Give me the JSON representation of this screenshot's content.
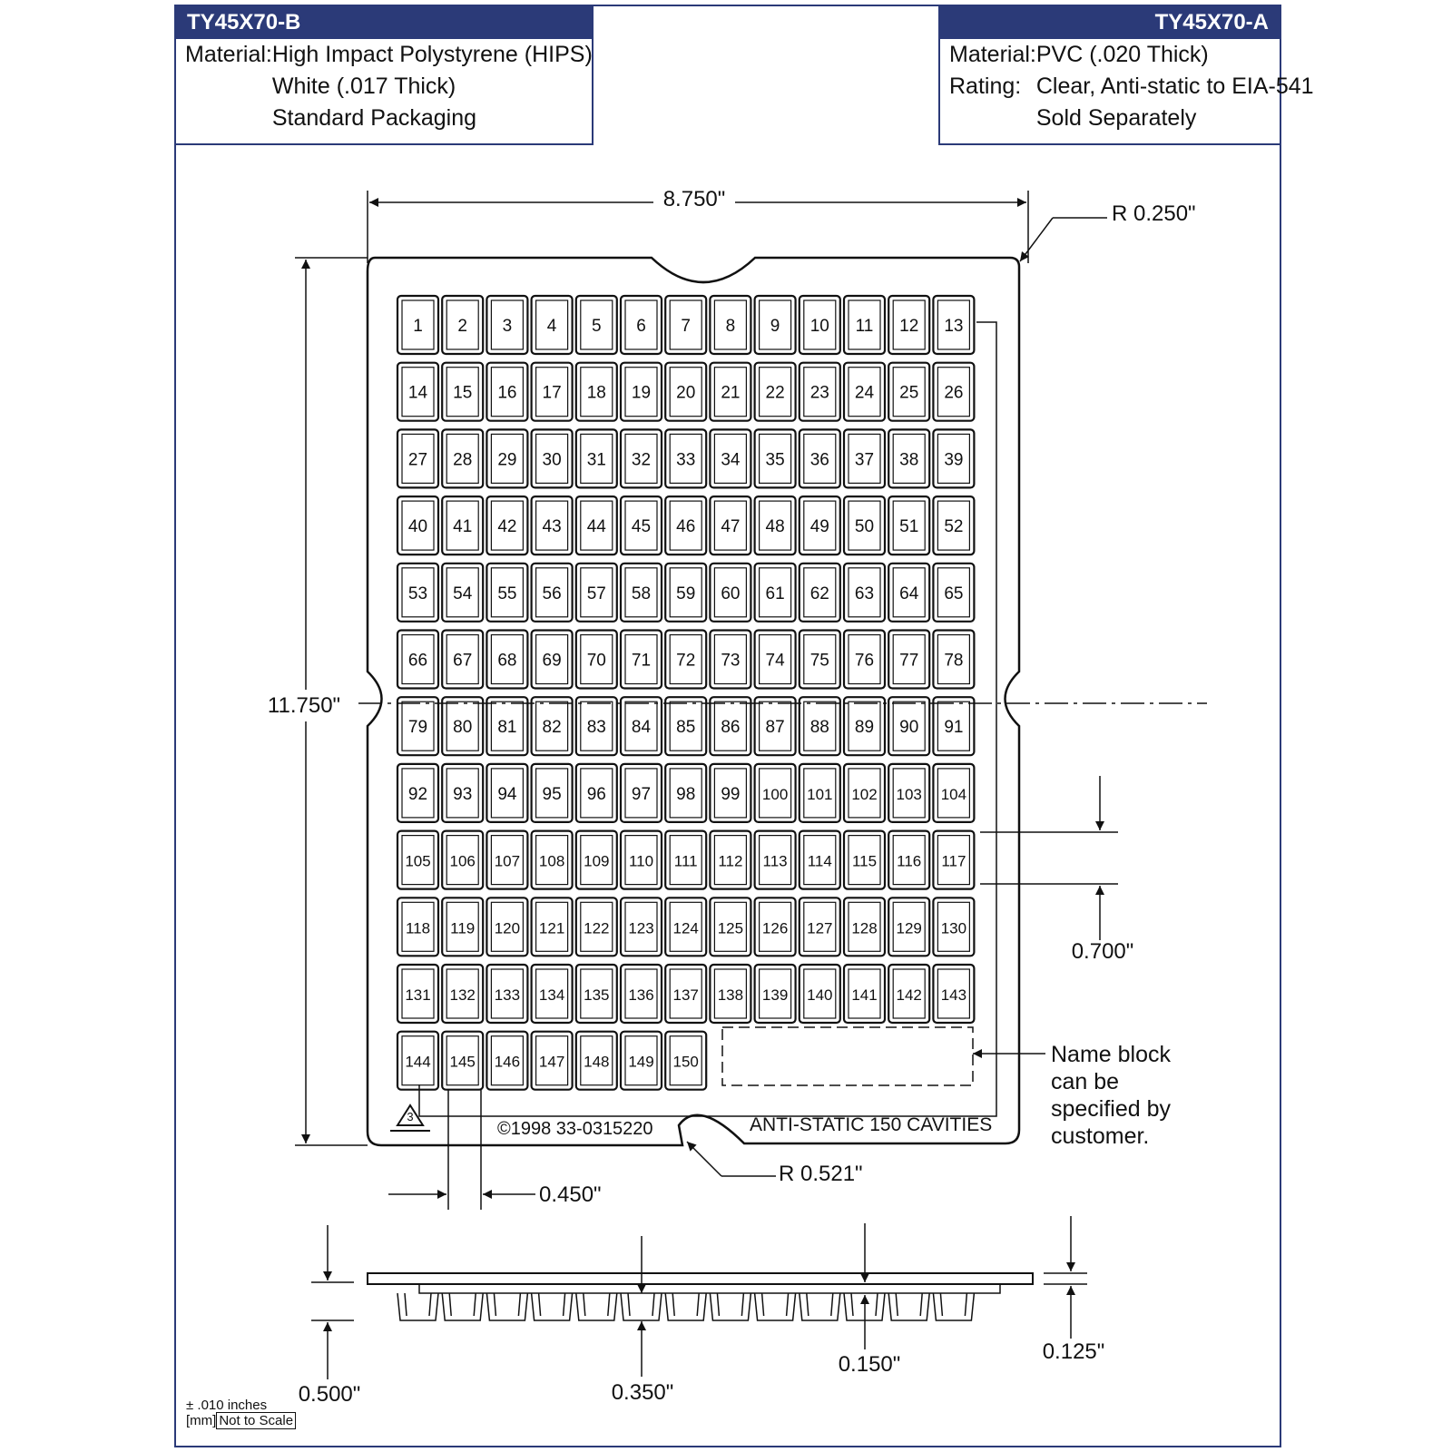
{
  "spec_b": {
    "part_number": "TY45X70-B",
    "rows": [
      {
        "key": "Material:",
        "value": "High Impact Polystyrene (HIPS)"
      },
      {
        "key": "",
        "value": "White (.017 Thick)"
      },
      {
        "key": "",
        "value": "Standard Packaging"
      }
    ]
  },
  "spec_a": {
    "part_number": "TY45X70-A",
    "rows": [
      {
        "key": "Material:",
        "value": "PVC (.020 Thick)"
      },
      {
        "key": "Rating:",
        "value": "Clear, Anti-static to EIA-541"
      },
      {
        "key": "",
        "value": "Sold Separately"
      }
    ]
  },
  "tray": {
    "columns": 13,
    "cavity_count": 150,
    "copyright": "©1998 33-0315220",
    "recycle_code": "3",
    "label": "ANTI-STATIC 150 CAVITIES"
  },
  "dimensions": {
    "width": "8.750\"",
    "height": "11.750\"",
    "corner_radius": "R 0.250\"",
    "notch_radius": "R 0.521\"",
    "cavity_pitch_y": "0.700\"",
    "cavity_pitch_x": "0.450\"",
    "overall_depth": "0.500\"",
    "cavity_depth": "0.350\"",
    "flange_depth": "0.150\"",
    "flange_thickness": "0.125\""
  },
  "name_block_note": [
    "Name block",
    "can be",
    "specified by",
    "customer."
  ],
  "tolerance": {
    "text": "± .010 inches",
    "unit": "[mm]",
    "scale": "Not to Scale"
  },
  "colors": {
    "accent": "#2b3a78",
    "line": "#111111"
  }
}
